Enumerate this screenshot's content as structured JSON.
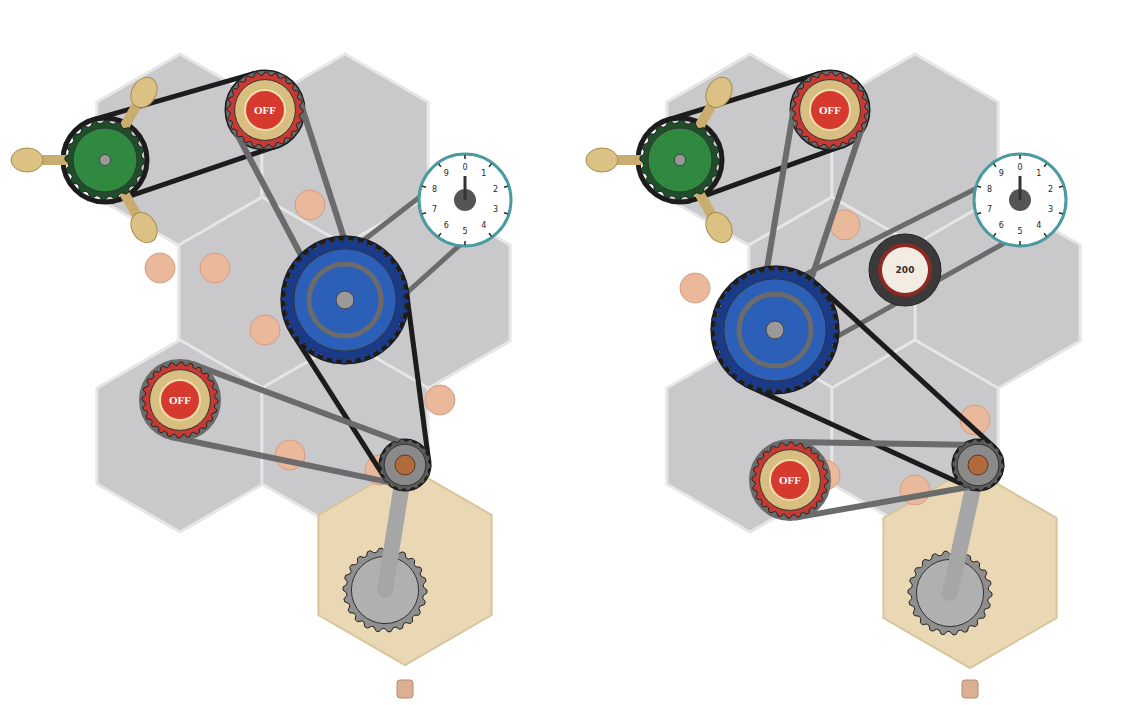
{
  "diagram": {
    "nodes": [
      {
        "text": [
          "OFF"
        ]
      },
      {
        "text": [
          "OFF"
        ]
      },
      {
        "text": [
          "OFF"
        ]
      },
      {
        "text": [
          "OFF"
        ]
      }
    ],
    "labels": [
      "1",
      "2",
      "3",
      "4",
      "5",
      "6",
      "7",
      "8",
      "9",
      "0",
      "1",
      "2",
      "3",
      "4",
      "5",
      "6",
      "7",
      "8",
      "9",
      "0",
      "200"
    ]
  }
}
